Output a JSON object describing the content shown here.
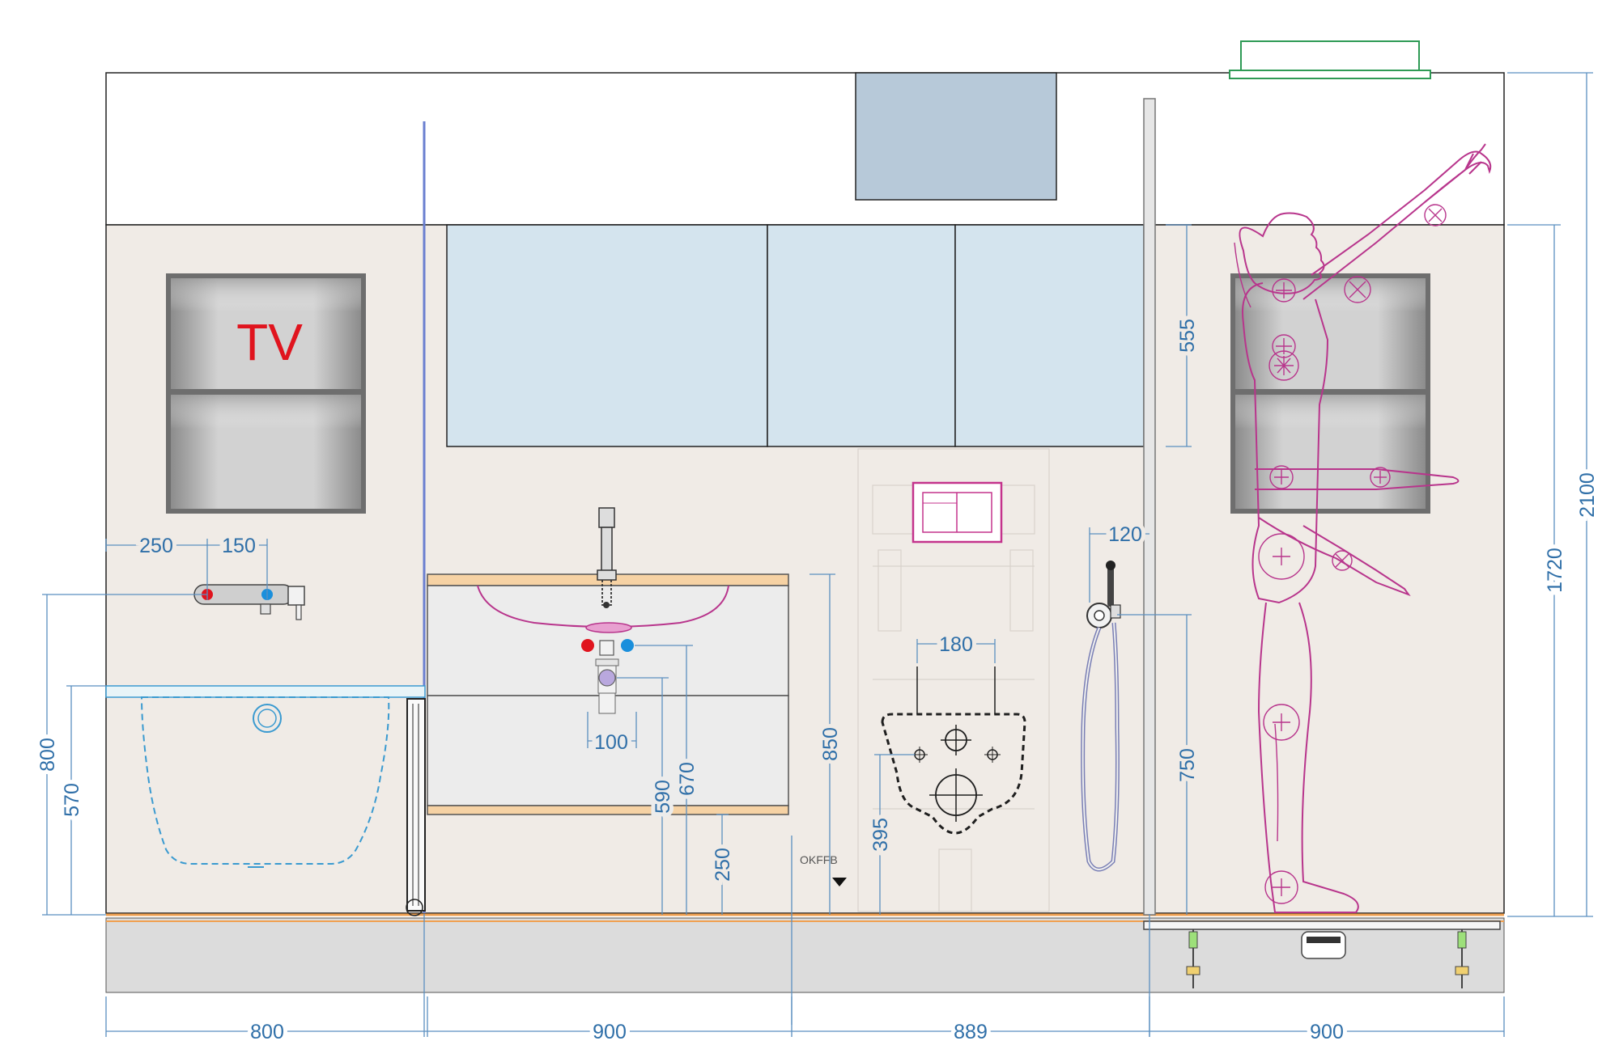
{
  "labels": {
    "tv": "TV",
    "okffb": "OKFFB"
  },
  "dimensions": {
    "bottom": [
      "800",
      "900",
      "889",
      "900"
    ],
    "wall_height": "2100",
    "tile_height": "1720",
    "shower_valve_height": "750",
    "mirror_height": "555",
    "shower_offset": "120",
    "wc_spacing": "180",
    "wc_height": "395",
    "wc_top": "250",
    "basin_top": "850",
    "drain_height": "670",
    "trap_height": "590",
    "trap_spacing": "100",
    "tub_tap_height": "800",
    "tub_rim_height": "570",
    "tap_left": "250",
    "tap_spacing": "150"
  },
  "colors": {
    "wall": "#f0ebe6",
    "floor": "#dcdcdc",
    "mirror": "#d4e4ee",
    "window": "#b7c9d9",
    "dimension": "#2f6fa8",
    "figure": "#b8358c",
    "tv_text": "#e0141e",
    "floor_line": "#f0a050"
  },
  "icons": [
    "hot-tap-icon",
    "cold-tap-icon",
    "section-marker-icon"
  ]
}
